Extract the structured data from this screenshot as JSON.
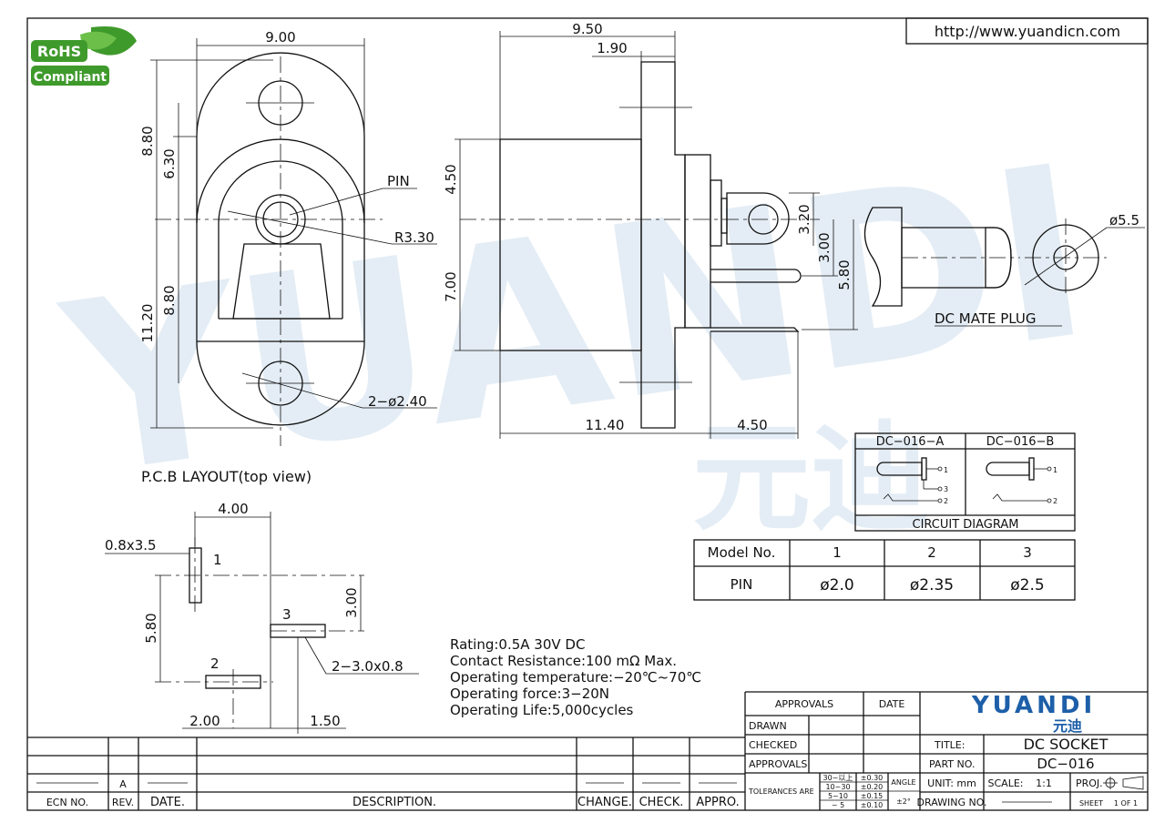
{
  "header": {
    "url": "http://www.yuandicn.com"
  },
  "rohs": {
    "line1": "RoHS",
    "line2": "Compliant",
    "color": "#3f9a2c"
  },
  "watermark": {
    "text": "YUANDI",
    "cn": "元迪",
    "color": "#cfe0ee"
  },
  "pcb_view": {
    "dims": {
      "width": "9.00",
      "h_top_outer": "8.80",
      "h_top_inner": "6.30",
      "h_bottom_outer": "11.20",
      "h_bottom_inner": "8.80"
    },
    "labels": {
      "pin": "PIN",
      "radius": "R3.30",
      "holes": "2−ø2.40"
    },
    "caption": "P.C.B LAYOUT(top view)"
  },
  "side_view": {
    "dims": {
      "overall": "9.50",
      "flange": "1.90",
      "upper": "4.50",
      "lower": "7.00",
      "body_len": "11.40",
      "tail_len": "4.50",
      "pin_a": "3.20",
      "pin_b": "3.00",
      "pin_c": "5.80"
    }
  },
  "mate_plug": {
    "dia": "ø5.5",
    "label": "DC MATE PLUG"
  },
  "circuit": {
    "col_a": "DC−016−A",
    "col_b": "DC−016−B",
    "title": "CIRCUIT DIAGRAM",
    "pins_a": [
      "1",
      "3",
      "2"
    ],
    "pins_b": [
      "1",
      "2"
    ]
  },
  "model_table": {
    "headers": [
      "Model No.",
      "1",
      "2",
      "3"
    ],
    "rows": [
      [
        "PIN",
        "ø2.0",
        "ø2.35",
        "ø2.5"
      ]
    ]
  },
  "footprint": {
    "dims": {
      "pitch_top": "4.00",
      "pad_size": "0.8x3.5",
      "v_total": "5.80",
      "v_right": "3.00",
      "h_left": "2.00",
      "h_right": "1.50",
      "pad_note": "2−3.0x0.8"
    },
    "pads": [
      "1",
      "2",
      "3"
    ]
  },
  "specs": [
    "Rating:0.5A 30V DC",
    "Contact Resistance:100 mΩ Max.",
    "Operating temperature:−20℃~70℃",
    "Operating force:3−20N",
    "Operating Life:5,000cycles"
  ],
  "title_block": {
    "approvals": "APPROVALS",
    "date": "DATE",
    "drawn": "DRAWN",
    "checked": "CHECKED",
    "approvals2": "APPROVALS",
    "tolerances": "TOLERANCES ARE",
    "tol_ranges": [
      "30~以上",
      "10~30",
      "5~10",
      "~ 5"
    ],
    "tol_values": [
      "±0.30",
      "±0.20",
      "±0.15",
      "±0.10"
    ],
    "angle": "ANGLE",
    "angle_val": "±2°",
    "logo": "YUANDI",
    "logo_cn": "元迪",
    "logo_color": "#1d5fa8",
    "title_label": "TITLE:",
    "title": "DC SOCKET",
    "part_label": "PART NO.",
    "part": "DC−016",
    "unit": "UNIT: mm",
    "scale": "SCALE:",
    "scale_val": "1:1",
    "proj": "PROJ.",
    "drawing_no": "DRAWING NO.",
    "sheet": "SHEET",
    "sheet_val": "1 OF 1"
  },
  "revision_block": {
    "ecn": "ECN NO.",
    "rev": "REV.",
    "date": "DATE.",
    "description": "DESCRIPTION.",
    "change": "CHANGE.",
    "check": "CHECK.",
    "appro": "APPRO.",
    "rev_letter": "A"
  }
}
